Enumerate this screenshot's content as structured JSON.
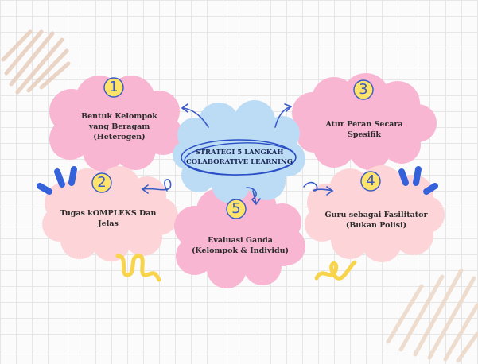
{
  "center": {
    "line1": "STRATEGI 5 LANGKAH",
    "line2": "COLABORATIVE LEARNING"
  },
  "steps": [
    {
      "number": "1",
      "lines": [
        "Bentuk Kelompok",
        "yang Beragam",
        "(Heterogen)"
      ]
    },
    {
      "number": "2",
      "lines": [
        "Tugas kOMPLEKS Dan",
        "Jelas"
      ]
    },
    {
      "number": "3",
      "lines": [
        "Atur Peran Secara",
        "Spesifik"
      ]
    },
    {
      "number": "4",
      "lines": [
        "Guru sebagai Fasilitator",
        "(Bukan Polisi)"
      ]
    },
    {
      "number": "5",
      "lines": [
        "Evaluasi Ganda",
        "(Kelompok & Individu)"
      ]
    }
  ],
  "colors": {
    "pink": "#f9b6d2",
    "light_pink": "#fdd5d8",
    "blue_cloud": "#bcdcf6",
    "number_circle": "#fde36a",
    "accent_blue": "#3a63d8",
    "accent_yellow": "#f9d44a",
    "scribble": "#e9d3c4"
  }
}
